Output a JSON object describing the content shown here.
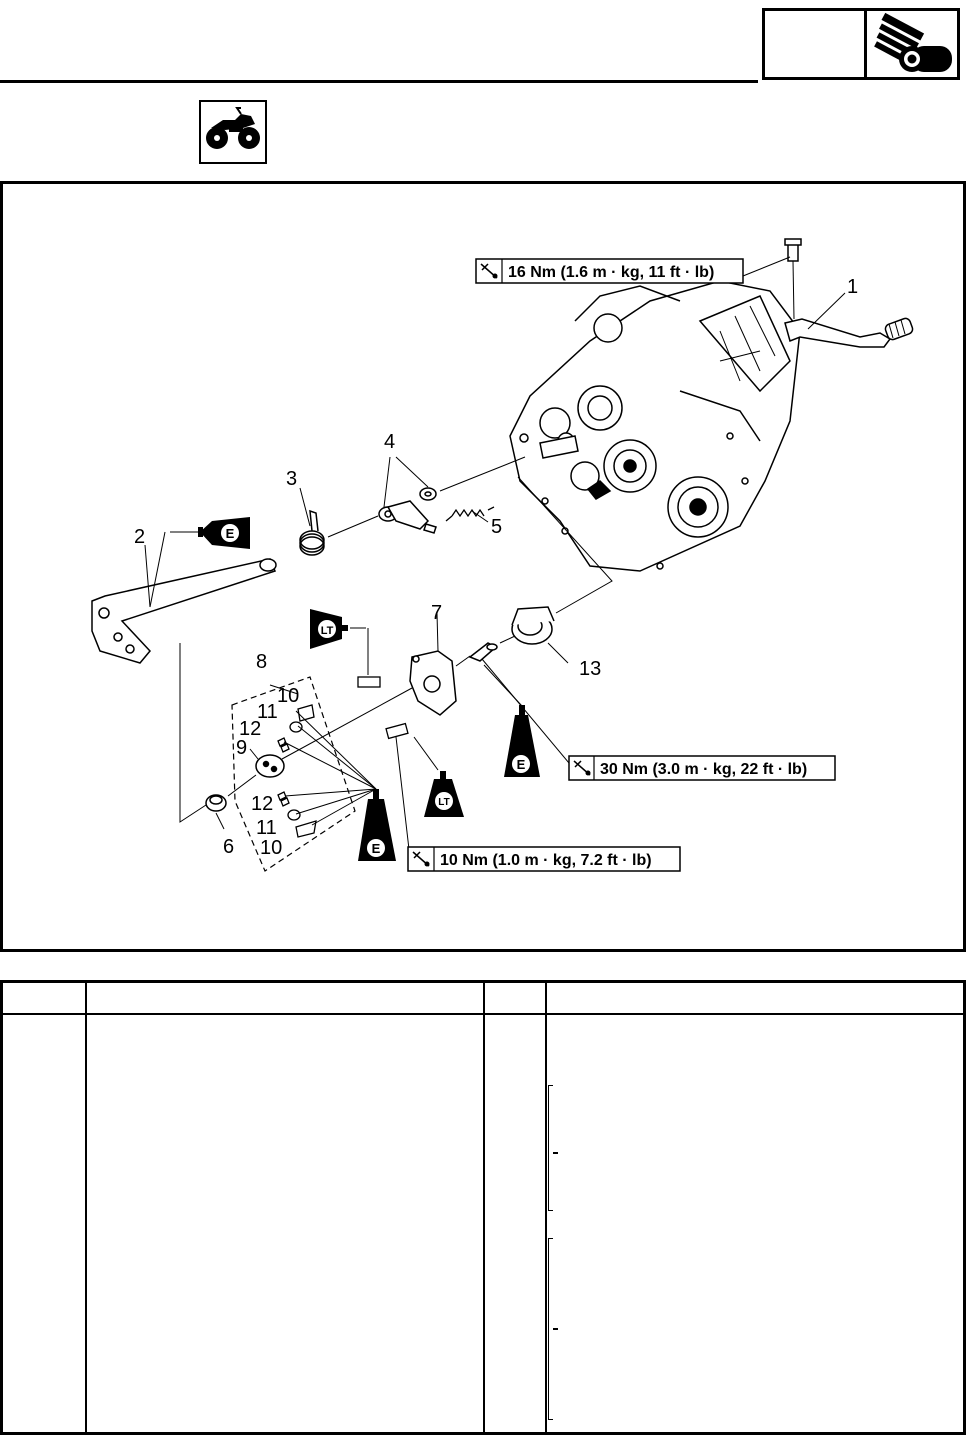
{
  "header": {
    "section_icon": "transmission-gear-icon",
    "vehicle_icon": "atv-icon"
  },
  "diagram": {
    "parts": [
      {
        "number": "1"
      },
      {
        "number": "2"
      },
      {
        "number": "3"
      },
      {
        "number": "4"
      },
      {
        "number": "5"
      },
      {
        "number": "6"
      },
      {
        "number": "7"
      },
      {
        "number": "8"
      },
      {
        "number": "9"
      },
      {
        "number": "10"
      },
      {
        "number": "11"
      },
      {
        "number": "12"
      },
      {
        "number": "13"
      },
      {
        "number": "10"
      },
      {
        "number": "11"
      },
      {
        "number": "12"
      }
    ],
    "torque_specs": [
      "16 Nm (1.6 m · kg, 11 ft · lb)",
      "30 Nm (3.0 m · kg, 22 ft · lb)",
      "10 Nm (1.0 m · kg, 7.2 ft · lb)"
    ],
    "symbols": {
      "engine_oil": "E",
      "locktite": "LT"
    }
  },
  "table": {
    "columns": [
      "",
      "",
      "",
      ""
    ]
  }
}
